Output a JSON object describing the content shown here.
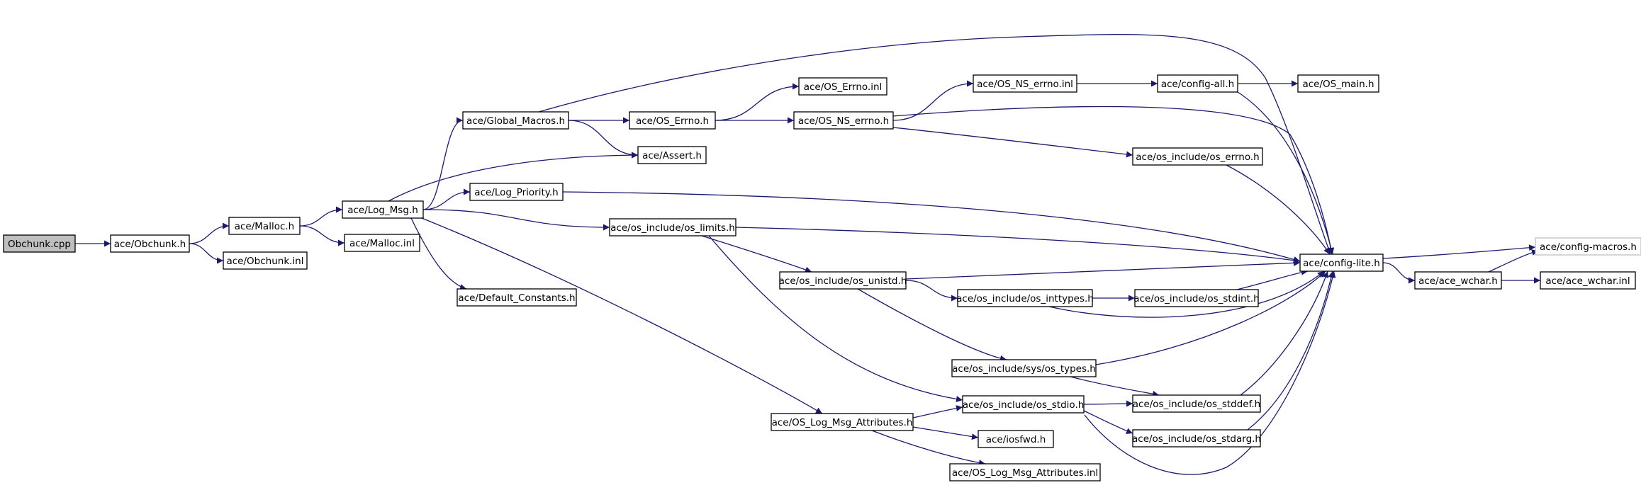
{
  "diagram": {
    "nodes": [
      {
        "id": "obchunk_cpp",
        "label": "Obchunk.cpp",
        "style": "root"
      },
      {
        "id": "obchunk_h",
        "label": "ace/Obchunk.h"
      },
      {
        "id": "malloc_h",
        "label": "ace/Malloc.h"
      },
      {
        "id": "obchunk_inl",
        "label": "ace/Obchunk.inl"
      },
      {
        "id": "log_msg_h",
        "label": "ace/Log_Msg.h"
      },
      {
        "id": "malloc_inl",
        "label": "ace/Malloc.inl"
      },
      {
        "id": "global_macros_h",
        "label": "ace/Global_Macros.h"
      },
      {
        "id": "log_priority_h",
        "label": "ace/Log_Priority.h"
      },
      {
        "id": "default_constants_h",
        "label": "ace/Default_Constants.h"
      },
      {
        "id": "os_errno_h",
        "label": "ace/OS_Errno.h"
      },
      {
        "id": "assert_h",
        "label": "ace/Assert.h"
      },
      {
        "id": "os_limits_h",
        "label": "ace/os_include/os_limits.h"
      },
      {
        "id": "os_errno_inl",
        "label": "ace/OS_Errno.inl"
      },
      {
        "id": "os_ns_errno_h",
        "label": "ace/OS_NS_errno.h"
      },
      {
        "id": "os_ns_errno_inl",
        "label": "ace/OS_NS_errno.inl"
      },
      {
        "id": "os_log_msg_attr_h",
        "label": "ace/OS_Log_Msg_Attributes.h"
      },
      {
        "id": "os_unistd_h",
        "label": "ace/os_include/os_unistd.h"
      },
      {
        "id": "os_inttypes_h",
        "label": "ace/os_include/os_inttypes.h"
      },
      {
        "id": "sys_os_types_h",
        "label": "ace/os_include/sys/os_types.h"
      },
      {
        "id": "os_stdio_h",
        "label": "ace/os_include/os_stdio.h"
      },
      {
        "id": "iosfwd_h",
        "label": "ace/iosfwd.h"
      },
      {
        "id": "os_log_msg_attr_inl",
        "label": "ace/OS_Log_Msg_Attributes.inl"
      },
      {
        "id": "config_all_h",
        "label": "ace/config-all.h"
      },
      {
        "id": "os_main_h",
        "label": "ace/OS_main.h"
      },
      {
        "id": "os_errno_os_h",
        "label": "ace/os_include/os_errno.h"
      },
      {
        "id": "os_stdint_h",
        "label": "ace/os_include/os_stdint.h"
      },
      {
        "id": "os_stddef_h",
        "label": "ace/os_include/os_stddef.h"
      },
      {
        "id": "os_stdarg_h",
        "label": "ace/os_include/os_stdarg.h"
      },
      {
        "id": "config_lite_h",
        "label": "ace/config-lite.h"
      },
      {
        "id": "ace_wchar_h",
        "label": "ace/ace_wchar.h"
      },
      {
        "id": "config_macros_h",
        "label": "ace/config-macros.h",
        "style": "ext"
      },
      {
        "id": "ace_wchar_inl",
        "label": "ace/ace_wchar.inl"
      }
    ],
    "edges": [
      [
        "obchunk_cpp",
        "obchunk_h"
      ],
      [
        "obchunk_h",
        "malloc_h"
      ],
      [
        "obchunk_h",
        "obchunk_inl"
      ],
      [
        "malloc_h",
        "log_msg_h"
      ],
      [
        "malloc_h",
        "malloc_inl"
      ],
      [
        "log_msg_h",
        "global_macros_h"
      ],
      [
        "log_msg_h",
        "assert_h"
      ],
      [
        "log_msg_h",
        "log_priority_h"
      ],
      [
        "log_msg_h",
        "os_limits_h"
      ],
      [
        "log_msg_h",
        "default_constants_h"
      ],
      [
        "log_msg_h",
        "os_log_msg_attr_h"
      ],
      [
        "global_macros_h",
        "os_errno_h"
      ],
      [
        "global_macros_h",
        "assert_h"
      ],
      [
        "global_macros_h",
        "config_lite_h"
      ],
      [
        "os_errno_h",
        "os_errno_inl"
      ],
      [
        "os_errno_h",
        "os_ns_errno_h"
      ],
      [
        "os_ns_errno_h",
        "os_ns_errno_inl"
      ],
      [
        "os_ns_errno_h",
        "os_errno_os_h"
      ],
      [
        "os_ns_errno_h",
        "config_lite_h"
      ],
      [
        "os_ns_errno_inl",
        "config_all_h"
      ],
      [
        "config_all_h",
        "os_main_h"
      ],
      [
        "config_all_h",
        "config_lite_h"
      ],
      [
        "os_errno_os_h",
        "config_lite_h"
      ],
      [
        "log_priority_h",
        "config_lite_h"
      ],
      [
        "os_limits_h",
        "config_lite_h"
      ],
      [
        "os_limits_h",
        "os_unistd_h"
      ],
      [
        "os_limits_h",
        "os_stdio_h"
      ],
      [
        "os_unistd_h",
        "config_lite_h"
      ],
      [
        "os_unistd_h",
        "os_inttypes_h"
      ],
      [
        "os_unistd_h",
        "sys_os_types_h"
      ],
      [
        "os_inttypes_h",
        "os_stdint_h"
      ],
      [
        "os_inttypes_h",
        "config_lite_h"
      ],
      [
        "os_stdint_h",
        "config_lite_h"
      ],
      [
        "sys_os_types_h",
        "config_lite_h"
      ],
      [
        "sys_os_types_h",
        "os_stddef_h"
      ],
      [
        "os_log_msg_attr_h",
        "os_stdio_h"
      ],
      [
        "os_log_msg_attr_h",
        "iosfwd_h"
      ],
      [
        "os_log_msg_attr_h",
        "os_log_msg_attr_inl"
      ],
      [
        "os_stdio_h",
        "os_stddef_h"
      ],
      [
        "os_stdio_h",
        "os_stdarg_h"
      ],
      [
        "os_stdio_h",
        "config_lite_h"
      ],
      [
        "os_stddef_h",
        "config_lite_h"
      ],
      [
        "os_stdarg_h",
        "config_lite_h"
      ],
      [
        "config_lite_h",
        "config_macros_h"
      ],
      [
        "config_lite_h",
        "ace_wchar_h"
      ],
      [
        "ace_wchar_h",
        "config_macros_h"
      ],
      [
        "ace_wchar_h",
        "ace_wchar_inl"
      ]
    ],
    "colors": {
      "edge": "#191970",
      "node_border": "#000000",
      "root_fill": "#bfbfbf",
      "external_border": "#bfbfbf",
      "background": "#ffffff"
    }
  }
}
